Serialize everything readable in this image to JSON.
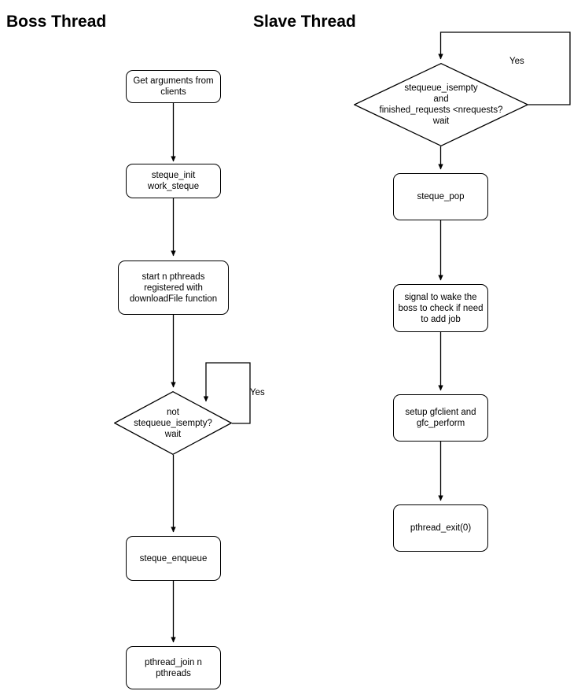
{
  "diagram": {
    "type": "flowchart",
    "background": "#ffffff",
    "stroke_color": "#000000",
    "text_color": "#000000",
    "columns": [
      {
        "id": "boss",
        "title": "Boss Thread",
        "nodes": [
          {
            "id": "boss-1",
            "shape": "rounded-rect",
            "label": "Get arguments from\nclients"
          },
          {
            "id": "boss-2",
            "shape": "rounded-rect",
            "label": "steque_init\nwork_steque"
          },
          {
            "id": "boss-3",
            "shape": "rounded-rect",
            "label": "start n pthreads\nregistered with\ndownloadFile  function"
          },
          {
            "id": "boss-4",
            "shape": "diamond",
            "label": "not\nstequeue_isempty?\nwait"
          },
          {
            "id": "boss-5",
            "shape": "rounded-rect",
            "label": "steque_enqueue"
          },
          {
            "id": "boss-6",
            "shape": "rounded-rect",
            "label": "pthread_join n\npthreads"
          }
        ],
        "edge_labels": [
          {
            "id": "boss-loop-yes",
            "label": "Yes"
          }
        ]
      },
      {
        "id": "slave",
        "title": "Slave Thread",
        "nodes": [
          {
            "id": "slave-1",
            "shape": "diamond",
            "label": "stequeue_isempty\nand\nfinished_requests <nrequests?\nwait"
          },
          {
            "id": "slave-2",
            "shape": "rounded-rect",
            "label": "steque_pop"
          },
          {
            "id": "slave-3",
            "shape": "rounded-rect",
            "label": "signal to wake the\nboss to check if need\nto add job"
          },
          {
            "id": "slave-4",
            "shape": "rounded-rect",
            "label": "setup gfclient and\ngfc_perform"
          },
          {
            "id": "slave-5",
            "shape": "rounded-rect",
            "label": "pthread_exit(0)"
          }
        ],
        "edge_labels": [
          {
            "id": "slave-loop-yes",
            "label": "Yes"
          }
        ]
      }
    ]
  }
}
